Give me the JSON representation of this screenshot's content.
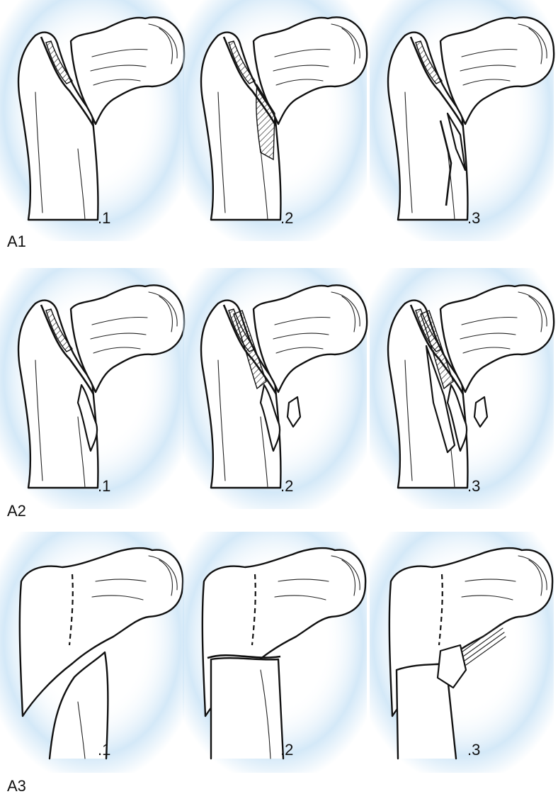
{
  "figure": {
    "background_glow_color": "#cfe6f7",
    "rows": [
      {
        "label": "A1",
        "panels": [
          {
            "sublabel": ".1",
            "variant": "a1-1"
          },
          {
            "sublabel": ".2",
            "variant": "a1-2"
          },
          {
            "sublabel": ".3",
            "variant": "a1-3"
          }
        ]
      },
      {
        "label": "A2",
        "panels": [
          {
            "sublabel": ".1",
            "variant": "a2-1"
          },
          {
            "sublabel": ".2",
            "variant": "a2-2"
          },
          {
            "sublabel": ".3",
            "variant": "a2-3"
          }
        ]
      },
      {
        "label": "A3",
        "panels": [
          {
            "sublabel": ".1",
            "variant": "a3-1"
          },
          {
            "sublabel": ".2",
            "variant": "a3-2"
          },
          {
            "sublabel": ".3",
            "variant": "a3-3"
          }
        ]
      }
    ]
  }
}
